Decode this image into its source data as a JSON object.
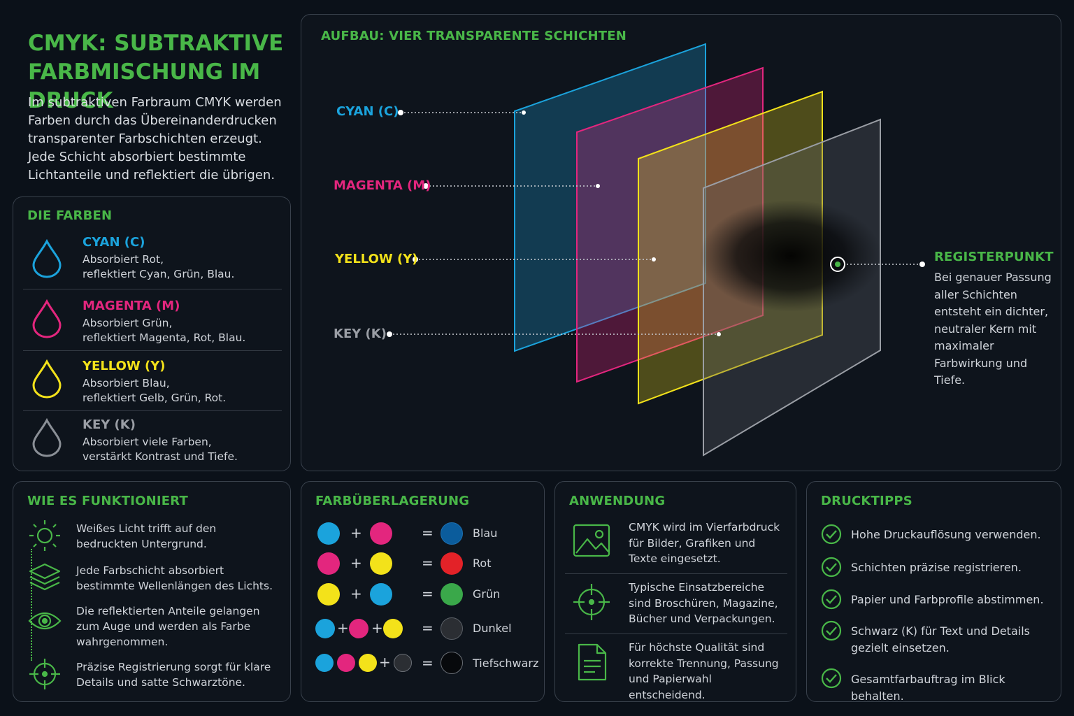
{
  "intro": {
    "title": "CMYK: SUBTRAKTIVE FARBMISCHUNG IM DRUCK",
    "text": "Im subtraktiven Farbraum CMYK werden Farben durch das Übereinanderdrucken transparenter Farbschichten erzeugt. Jede Schicht absorbiert bestimmte Lichtanteile und reflektiert die übrigen."
  },
  "colors": {
    "heading": "DIE FARBEN",
    "items": [
      {
        "name": "CYAN (C)",
        "desc_line1": "Absorbiert Rot,",
        "desc_line2": "reflektiert Cyan, Grün, Blau.",
        "color": "#1ba3dc",
        "icon": "drop-icon"
      },
      {
        "name": "MAGENTA (M)",
        "desc_line1": "Absorbiert Grün,",
        "desc_line2": "reflektiert Magenta, Rot, Blau.",
        "color": "#e3267e",
        "icon": "drop-icon"
      },
      {
        "name": "YELLOW (Y)",
        "desc_line1": "Absorbiert Blau,",
        "desc_line2": "reflektiert Gelb, Grün, Rot.",
        "color": "#f3e21a",
        "icon": "drop-icon"
      },
      {
        "name": "KEY (K)",
        "desc_line1": "Absorbiert viele Farben,",
        "desc_line2": "verstärkt Kontrast und Tiefe.",
        "color": "#8a8f96",
        "icon": "drop-icon"
      }
    ]
  },
  "diagram": {
    "heading": "AUFBAU: VIER TRANSPARENTE SCHICHTEN",
    "layers": [
      {
        "label": "CYAN (C)",
        "color": "#1ba3dc"
      },
      {
        "label": "MAGENTA (M)",
        "color": "#e3267e"
      },
      {
        "label": "YELLOW (Y)",
        "color": "#f3e21a"
      },
      {
        "label": "KEY (K)",
        "color": "#9a9ea5"
      }
    ],
    "register": {
      "title": "REGISTERPUNKT",
      "text": "Bei genauer Passung aller Schichten entsteht ein dichter, neutraler Kern mit maximaler Farbwirkung und Tiefe."
    }
  },
  "how": {
    "heading": "WIE ES FUNKTIONIERT",
    "steps": [
      {
        "icon": "sun-icon",
        "text": "Weißes Licht trifft auf den bedruckten Untergrund."
      },
      {
        "icon": "layers-icon",
        "text": "Jede Farbschicht absorbiert bestimmte Wellenlängen des Lichts."
      },
      {
        "icon": "eye-icon",
        "text": "Die reflektierten Anteile gelangen zum Auge und werden als Farbe wahrgenommen."
      },
      {
        "icon": "crosshair-icon",
        "text": "Präzise Registrierung sorgt für klare Details und satte Schwarztöne."
      }
    ]
  },
  "mix": {
    "heading": "FARBÜBERLAGERUNG",
    "plus": "+",
    "equals": "=",
    "rows": [
      {
        "inputs": [
          "#1ba3dc",
          "#e3267e"
        ],
        "result_color": "#0b5c9c",
        "label": "Blau"
      },
      {
        "inputs": [
          "#e3267e",
          "#f3e21a"
        ],
        "result_color": "#e32228",
        "label": "Rot"
      },
      {
        "inputs": [
          "#f3e21a",
          "#1ba3dc"
        ],
        "result_color": "#3aa84a",
        "label": "Grün"
      },
      {
        "inputs": [
          "#1ba3dc",
          "#e3267e",
          "#f3e21a"
        ],
        "result_color": "#2b2e33",
        "label": "Dunkel"
      },
      {
        "inputs": [
          "#1ba3dc",
          "#e3267e",
          "#f3e21a",
          "#2b2e33"
        ],
        "result_color": "#07090c",
        "label": "Tiefschwarz"
      }
    ]
  },
  "use": {
    "heading": "ANWENDUNG",
    "items": [
      {
        "icon": "image-icon",
        "text": "CMYK wird im Vierfarbdruck für Bilder, Grafiken und Texte eingesetzt."
      },
      {
        "icon": "target-icon",
        "text": "Typische Einsatzbereiche sind Broschüren, Magazine, Bücher und Verpackungen."
      },
      {
        "icon": "document-icon",
        "text": "Für höchste Qualität sind korrekte Trennung, Passung und Papierwahl entscheidend."
      }
    ]
  },
  "tips": {
    "heading": "DRUCKTIPPS",
    "items": [
      {
        "icon": "check-circle-icon",
        "text": "Hohe Druckauflösung verwenden."
      },
      {
        "icon": "check-circle-icon",
        "text": "Schichten präzise registrieren."
      },
      {
        "icon": "check-circle-icon",
        "text": "Papier und Farbprofile abstimmen."
      },
      {
        "icon": "check-circle-icon",
        "text": "Schwarz (K) für Text und Details gezielt einsetzen."
      },
      {
        "icon": "check-circle-icon",
        "text": "Gesamtfarbauftrag im Blick behalten."
      }
    ]
  },
  "accent_color": "#49b748"
}
